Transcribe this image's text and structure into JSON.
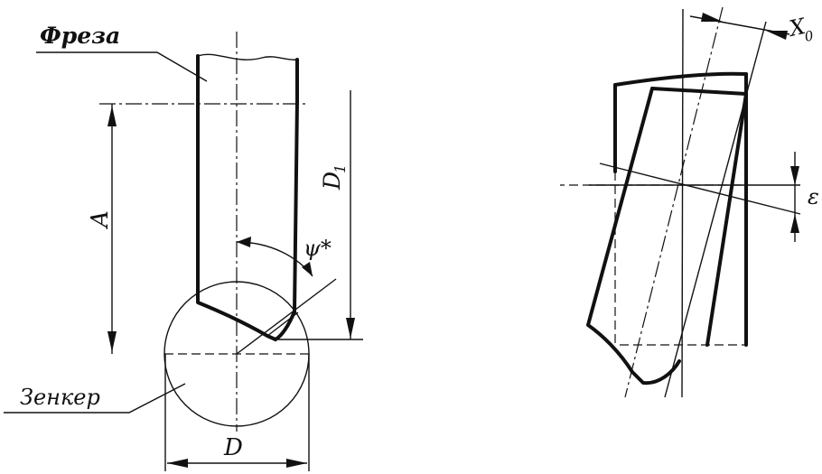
{
  "labels": {
    "cutter": "Фреза",
    "countersink": "Зенкер",
    "dim_a": "A",
    "dim_d1": "D",
    "dim_d1_sub": "1",
    "dim_d": "D",
    "angle_psi": "ψ*",
    "offset_x": "X",
    "offset_x_sub": "0",
    "angle_eps": "ε"
  }
}
